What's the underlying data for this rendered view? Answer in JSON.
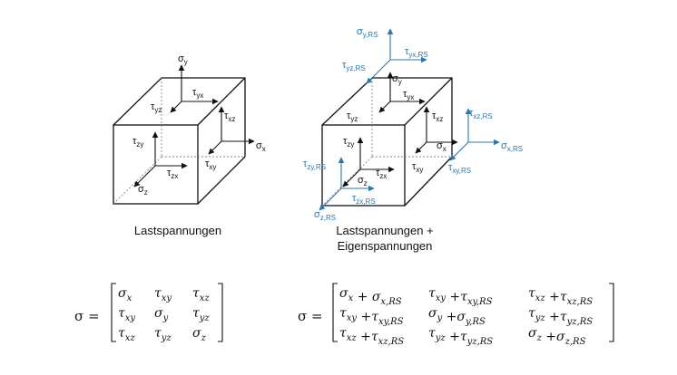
{
  "left": {
    "caption": "Lastspannungen",
    "labels": {
      "sigma_y": [
        "σ",
        "y"
      ],
      "sigma_x": [
        "σ",
        "x"
      ],
      "sigma_z": [
        "σ",
        "z"
      ],
      "tau_yx": [
        "τ",
        "yx"
      ],
      "tau_yz": [
        "τ",
        "yz"
      ],
      "tau_xz": [
        "τ",
        "xz"
      ],
      "tau_zy": [
        "τ",
        "zy"
      ],
      "tau_zx": [
        "τ",
        "zx"
      ],
      "tau_xy": [
        "τ",
        "xy"
      ]
    },
    "equation": {
      "lhs": "σ =",
      "matrix": [
        [
          [
            "σ",
            "x"
          ],
          [
            "τ",
            "xy"
          ],
          [
            "τ",
            "xz"
          ]
        ],
        [
          [
            "τ",
            "xy"
          ],
          [
            "σ",
            "y"
          ],
          [
            "τ",
            "yz"
          ]
        ],
        [
          [
            "τ",
            "xz"
          ],
          [
            "τ",
            "yz"
          ],
          [
            "σ",
            "z"
          ]
        ]
      ]
    }
  },
  "right": {
    "caption_line1": "Lastspannungen +",
    "caption_line2": "Eigenspannungen",
    "labels": {
      "sigma_y": [
        "σ",
        "y"
      ],
      "sigma_x": [
        "σ",
        "x"
      ],
      "sigma_z": [
        "σ",
        "z"
      ],
      "tau_yx": [
        "τ",
        "yx"
      ],
      "tau_yz": [
        "τ",
        "yz"
      ],
      "tau_xz": [
        "τ",
        "xz"
      ],
      "tau_zy": [
        "τ",
        "zy"
      ],
      "tau_zx": [
        "τ",
        "zx"
      ],
      "tau_xy": [
        "τ",
        "xy"
      ]
    },
    "rs_labels": {
      "sigma_y_rs": [
        "σ",
        "y,RS"
      ],
      "tau_yx_rs": [
        "τ",
        "yx,RS"
      ],
      "tau_yz_rs": [
        "τ",
        "yz,RS"
      ],
      "tau_xz_rs": [
        "τ",
        "xz,RS"
      ],
      "sigma_x_rs": [
        "σ",
        "x,RS"
      ],
      "tau_xy_rs": [
        "τ",
        "xy,RS"
      ],
      "tau_zy_rs": [
        "τ",
        "zy,RS"
      ],
      "tau_zx_rs": [
        "τ",
        "zx,RS"
      ],
      "sigma_z_rs": [
        "σ",
        "z,RS"
      ]
    },
    "equation": {
      "lhs": "σ =",
      "matrix": [
        [
          "σx + σx,RS",
          "τxy +τxy,RS",
          "τxz +τxz,RS"
        ],
        [
          "τxy +τxy,RS",
          "σy +σy,RS",
          "τyz +τyz,RS"
        ],
        [
          "τxz +τxz,RS",
          "τyz +τyz,RS",
          "σz +σz,RS"
        ]
      ],
      "matrix_parts": [
        [
          [
            [
              "σ",
              "x"
            ],
            [
              " + "
            ],
            [
              "σ",
              "x,RS"
            ]
          ],
          [
            [
              "τ",
              "xy"
            ],
            [
              " +"
            ],
            [
              "τ",
              "xy,RS"
            ]
          ],
          [
            [
              "τ",
              "xz"
            ],
            [
              " +"
            ],
            [
              "τ",
              "xz,RS"
            ]
          ]
        ],
        [
          [
            [
              "τ",
              "xy"
            ],
            [
              " +"
            ],
            [
              "τ",
              "xy,RS"
            ]
          ],
          [
            [
              "σ",
              "y"
            ],
            [
              " +"
            ],
            [
              "σ",
              "y,RS"
            ]
          ],
          [
            [
              "τ",
              "yz"
            ],
            [
              " +"
            ],
            [
              "τ",
              "yz,RS"
            ]
          ]
        ],
        [
          [
            [
              "τ",
              "xz"
            ],
            [
              " +"
            ],
            [
              "τ",
              "xz,RS"
            ]
          ],
          [
            [
              "τ",
              "yz"
            ],
            [
              " +"
            ],
            [
              "τ",
              "yz,RS"
            ]
          ],
          [
            [
              "σ",
              "z"
            ],
            [
              " +"
            ],
            [
              "σ",
              "z,RS"
            ]
          ]
        ]
      ]
    }
  },
  "colors": {
    "ink": "#111111",
    "rs_blue": "#2a78b0",
    "hidden": "#888888"
  }
}
